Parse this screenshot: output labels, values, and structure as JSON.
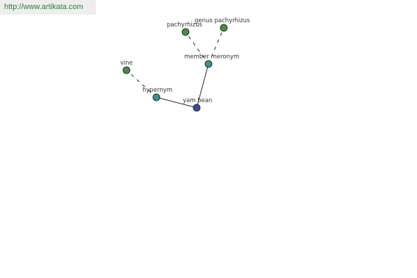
{
  "site": {
    "url": "http://www.artikata.com"
  },
  "colors": {
    "leaf": "#4a8b4a",
    "relation": "#3f8f8f",
    "root": "#3a4c9a",
    "edge": "#222222",
    "url_text": "#2e7d32",
    "url_bg": "#eeeeee"
  },
  "graph": {
    "nodes": [
      {
        "id": "genus-pachyrhizus",
        "label": "genus pachyrhizus",
        "kind": "leaf"
      },
      {
        "id": "pachyrhizus",
        "label": "pachyrhizus",
        "kind": "leaf"
      },
      {
        "id": "member-meronym",
        "label": "member meronym",
        "kind": "relation"
      },
      {
        "id": "vine",
        "label": "vine",
        "kind": "leaf"
      },
      {
        "id": "hypernym",
        "label": "hypernym",
        "kind": "relation"
      },
      {
        "id": "yam-bean",
        "label": "yam bean",
        "kind": "root"
      }
    ],
    "edges": [
      {
        "from": "yam-bean",
        "to": "member-meronym",
        "style": "solid"
      },
      {
        "from": "yam-bean",
        "to": "hypernym",
        "style": "solid"
      },
      {
        "from": "member-meronym",
        "to": "pachyrhizus",
        "style": "dashed"
      },
      {
        "from": "member-meronym",
        "to": "genus-pachyrhizus",
        "style": "dashed"
      },
      {
        "from": "hypernym",
        "to": "vine",
        "style": "dashed"
      }
    ]
  }
}
